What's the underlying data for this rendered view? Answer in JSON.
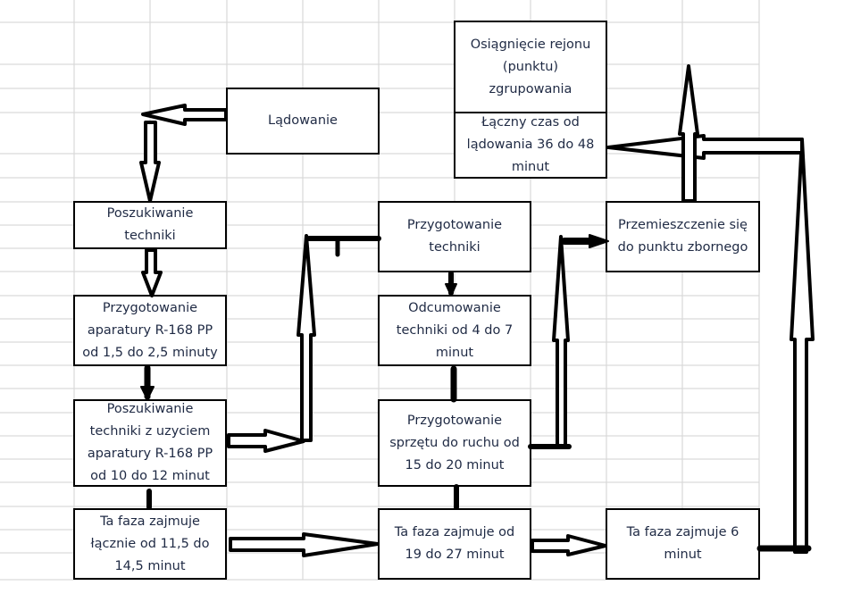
{
  "diagram": {
    "type": "flowchart",
    "background": "spreadsheet-grid",
    "colors": {
      "grid": "#d9d9d9",
      "border": "#000000",
      "text": "#1f2a44",
      "arrow": "#000000"
    },
    "nodes": [
      {
        "id": "ladowanie",
        "text": "Lądowanie"
      },
      {
        "id": "poszukiwanie_techniki",
        "text": "Poszukiwanie\ntechniki"
      },
      {
        "id": "przygotowanie_aparatury",
        "text": "Przygotowanie\naparatury R-168 PP\nod 1,5 do 2,5 minuty"
      },
      {
        "id": "poszukiwanie_z_uzyciem",
        "text": "Poszukiwanie\ntechniki z uzyciem\naparatury R-168 PP\nod 10 do 12 minut"
      },
      {
        "id": "faza1",
        "text": "Ta faza zajmuje\nłącznie od 11,5 do\n14,5 minut"
      },
      {
        "id": "przygotowanie_techniki",
        "text": "Przygotowanie\ntechniki"
      },
      {
        "id": "odcumowanie",
        "text": "Odcumowanie\ntechniki od 4 do 7\nminut"
      },
      {
        "id": "przygotowanie_sprzetu",
        "text": "Przygotowanie\nsprzętu do ruchu od\n15 do 20 minut"
      },
      {
        "id": "faza2",
        "text": "Ta faza zajmuje od\n19 do 27 minut"
      },
      {
        "id": "osiagniecie",
        "text": "Osiągnięcie rejonu\n(punktu)\nzgrupowania"
      },
      {
        "id": "laczny_czas",
        "text": "Łączny czas od\nlądowania 36 do 48\nminut"
      },
      {
        "id": "przemieszczenie",
        "text": "Przemieszczenie się\ndo punktu zbornego"
      },
      {
        "id": "faza3",
        "text": "Ta faza zajmuje 6\nminut"
      }
    ],
    "edges": [
      {
        "from": "ladowanie",
        "to": "poszukiwanie_techniki"
      },
      {
        "from": "poszukiwanie_techniki",
        "to": "przygotowanie_aparatury"
      },
      {
        "from": "przygotowanie_aparatury",
        "to": "poszukiwanie_z_uzyciem"
      },
      {
        "from": "poszukiwanie_z_uzyciem",
        "to": "faza1"
      },
      {
        "from": "poszukiwanie_z_uzyciem",
        "to": "przygotowanie_techniki"
      },
      {
        "from": "faza1",
        "to": "faza2"
      },
      {
        "from": "przygotowanie_techniki",
        "to": "odcumowanie"
      },
      {
        "from": "odcumowanie",
        "to": "przygotowanie_sprzetu"
      },
      {
        "from": "przygotowanie_sprzetu",
        "to": "faza2"
      },
      {
        "from": "przygotowanie_sprzetu",
        "to": "przemieszczenie"
      },
      {
        "from": "faza2",
        "to": "faza3"
      },
      {
        "from": "przemieszczenie",
        "to": "osiagniecie"
      },
      {
        "from": "faza3",
        "to": "laczny_czas"
      }
    ]
  }
}
